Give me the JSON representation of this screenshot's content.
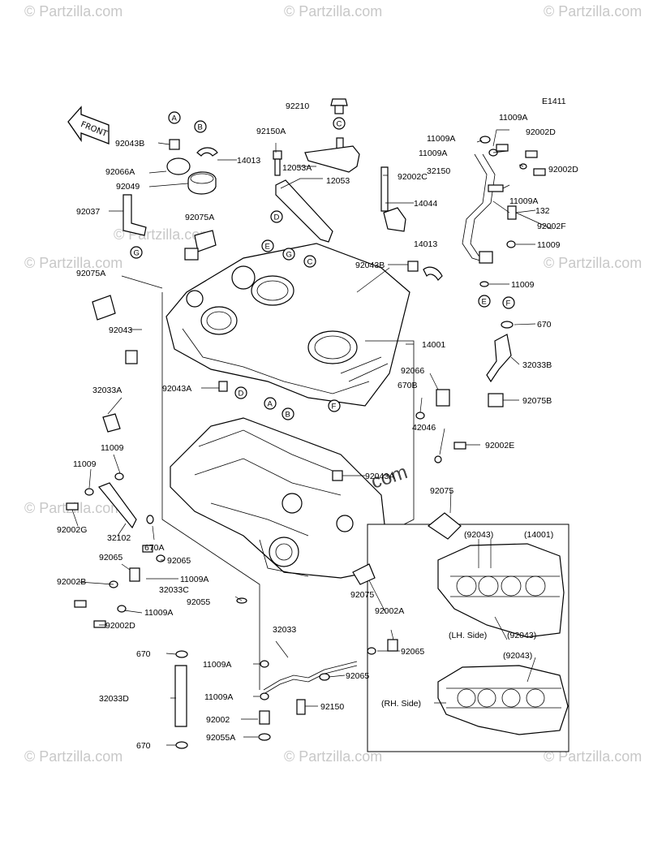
{
  "diagram": {
    "code": "E1411",
    "front_label": "FRONT",
    "watermark": "© Partzilla.com",
    "inset_labels": [
      "(92043)",
      "(14001)",
      "(LH. Side)",
      "(92043)",
      "(92043)",
      "(RH. Side)"
    ],
    "part_labels": [
      {
        "id": "92210",
        "text": "92210"
      },
      {
        "id": "92043B-a",
        "text": "92043B"
      },
      {
        "id": "92150A",
        "text": "92150A"
      },
      {
        "id": "14013-a",
        "text": "14013"
      },
      {
        "id": "92066A",
        "text": "92066A"
      },
      {
        "id": "92049",
        "text": "92049"
      },
      {
        "id": "12053A",
        "text": "12053A"
      },
      {
        "id": "12053",
        "text": "12053"
      },
      {
        "id": "92002C",
        "text": "92002C"
      },
      {
        "id": "92037",
        "text": "92037"
      },
      {
        "id": "92075A-a",
        "text": "92075A"
      },
      {
        "id": "14044",
        "text": "14044"
      },
      {
        "id": "14013-b",
        "text": "14013"
      },
      {
        "id": "92043B-b",
        "text": "92043B"
      },
      {
        "id": "92075A-b",
        "text": "92075A"
      },
      {
        "id": "92043-a",
        "text": "92043"
      },
      {
        "id": "14001",
        "text": "14001"
      },
      {
        "id": "92043A-a",
        "text": "92043A"
      },
      {
        "id": "92066",
        "text": "92066"
      },
      {
        "id": "670B",
        "text": "670B"
      },
      {
        "id": "32033A",
        "text": "32033A"
      },
      {
        "id": "42046",
        "text": "42046"
      },
      {
        "id": "92002E",
        "text": "92002E"
      },
      {
        "id": "11009-a",
        "text": "11009"
      },
      {
        "id": "11009-b",
        "text": "11009"
      },
      {
        "id": "92043A-b",
        "text": "92043A"
      },
      {
        "id": "92075-a",
        "text": "92075"
      },
      {
        "id": "92002G",
        "text": "92002G"
      },
      {
        "id": "32102",
        "text": "32102"
      },
      {
        "id": "670A",
        "text": "670A"
      },
      {
        "id": "92065-a",
        "text": "92065"
      },
      {
        "id": "92065-b",
        "text": "92065"
      },
      {
        "id": "92002B",
        "text": "92002B"
      },
      {
        "id": "11009A-a",
        "text": "11009A"
      },
      {
        "id": "32033C",
        "text": "32033C"
      },
      {
        "id": "92055",
        "text": "92055"
      },
      {
        "id": "11009A-b",
        "text": "11009A"
      },
      {
        "id": "92002D-a",
        "text": "92002D"
      },
      {
        "id": "92075-b",
        "text": "92075"
      },
      {
        "id": "92002A",
        "text": "92002A"
      },
      {
        "id": "32033",
        "text": "32033"
      },
      {
        "id": "670-a",
        "text": "670"
      },
      {
        "id": "92065-c",
        "text": "92065"
      },
      {
        "id": "11009A-c",
        "text": "11009A"
      },
      {
        "id": "92065-d",
        "text": "92065"
      },
      {
        "id": "32033D",
        "text": "32033D"
      },
      {
        "id": "11009A-d",
        "text": "11009A"
      },
      {
        "id": "92150",
        "text": "92150"
      },
      {
        "id": "92002",
        "text": "92002"
      },
      {
        "id": "92055A",
        "text": "92055A"
      },
      {
        "id": "670-b",
        "text": "670"
      },
      {
        "id": "11009A-e",
        "text": "11009A"
      },
      {
        "id": "92002D-b",
        "text": "92002D"
      },
      {
        "id": "11009A-f",
        "text": "11009A"
      },
      {
        "id": "11009A-g",
        "text": "11009A"
      },
      {
        "id": "92002D-c",
        "text": "92002D"
      },
      {
        "id": "32150",
        "text": "32150"
      },
      {
        "id": "11009A-h",
        "text": "11009A"
      },
      {
        "id": "132",
        "text": "132"
      },
      {
        "id": "92002F",
        "text": "92002F"
      },
      {
        "id": "11009-c",
        "text": "11009"
      },
      {
        "id": "11009-d",
        "text": "11009"
      },
      {
        "id": "670",
        "text": "670"
      },
      {
        "id": "32033B",
        "text": "32033B"
      },
      {
        "id": "92075B",
        "text": "92075B"
      }
    ],
    "callouts": [
      {
        "id": "A1",
        "text": "A"
      },
      {
        "id": "B1",
        "text": "B"
      },
      {
        "id": "C1",
        "text": "C"
      },
      {
        "id": "D1",
        "text": "D"
      },
      {
        "id": "G1",
        "text": "G"
      },
      {
        "id": "E1",
        "text": "E"
      },
      {
        "id": "G2",
        "text": "G"
      },
      {
        "id": "C2",
        "text": "C"
      },
      {
        "id": "D2",
        "text": "D"
      },
      {
        "id": "A2",
        "text": "A"
      },
      {
        "id": "B2",
        "text": "B"
      },
      {
        "id": "F1",
        "text": "F"
      },
      {
        "id": "E2",
        "text": "E"
      },
      {
        "id": "F2",
        "text": "F"
      }
    ]
  }
}
